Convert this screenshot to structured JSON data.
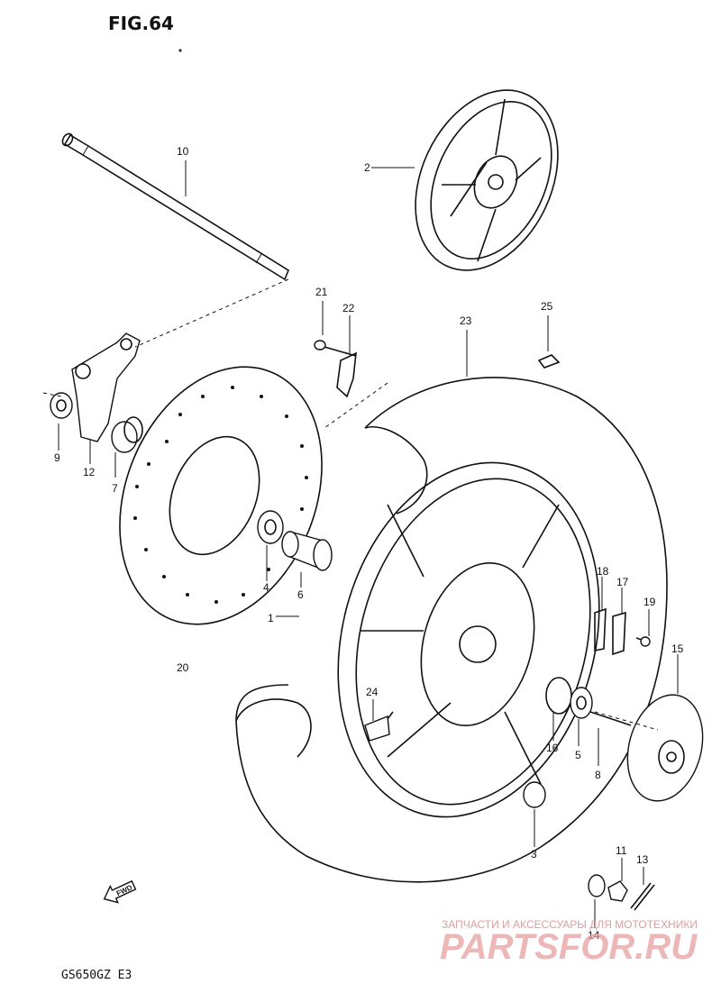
{
  "figure": {
    "title": "FIG.64",
    "model_code": "GS650GZ  E3"
  },
  "callouts": [
    {
      "id": "c1",
      "text": "1"
    },
    {
      "id": "c2",
      "text": "2"
    },
    {
      "id": "c3",
      "text": "3"
    },
    {
      "id": "c4",
      "text": "4"
    },
    {
      "id": "c5",
      "text": "5"
    },
    {
      "id": "c6",
      "text": "6"
    },
    {
      "id": "c7",
      "text": "7"
    },
    {
      "id": "c8",
      "text": "8"
    },
    {
      "id": "c9",
      "text": "9"
    },
    {
      "id": "c10",
      "text": "10"
    },
    {
      "id": "c11",
      "text": "11"
    },
    {
      "id": "c12",
      "text": "12"
    },
    {
      "id": "c13",
      "text": "13"
    },
    {
      "id": "c14",
      "text": "14"
    },
    {
      "id": "c15",
      "text": "15"
    },
    {
      "id": "c16",
      "text": "16"
    },
    {
      "id": "c17",
      "text": "17"
    },
    {
      "id": "c18",
      "text": "18"
    },
    {
      "id": "c19",
      "text": "19"
    },
    {
      "id": "c20",
      "text": "20"
    },
    {
      "id": "c21",
      "text": "21"
    },
    {
      "id": "c22",
      "text": "22"
    },
    {
      "id": "c23",
      "text": "23"
    },
    {
      "id": "c24",
      "text": "24"
    },
    {
      "id": "c25",
      "text": "25"
    }
  ],
  "direction_marker": {
    "text": "FWD"
  },
  "watermark": {
    "caption": "ЗАПЧАСТИ И АКСЕССУАРЫ ДЛЯ МОТОТЕХНИКИ",
    "logo": "PARTSFOR.RU"
  }
}
